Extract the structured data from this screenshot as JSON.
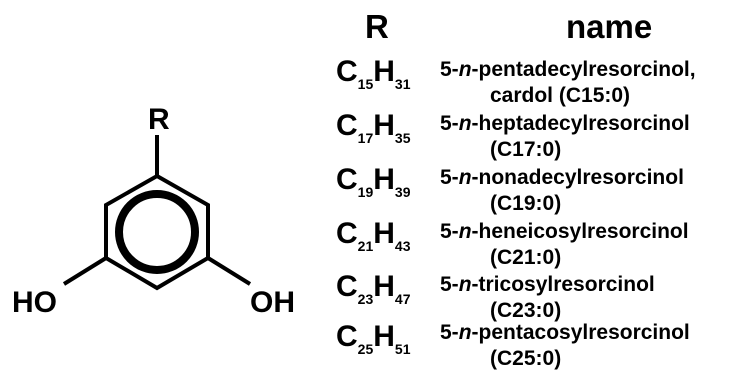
{
  "structure": {
    "substituent_label": "R",
    "hydroxyl_left": "HO",
    "hydroxyl_right": "OH"
  },
  "table": {
    "header_r": "R",
    "header_name": "name",
    "rows": [
      {
        "c": "C",
        "c_sub": "15",
        "h": "H",
        "h_sub": "31",
        "prefix": "5-",
        "italic": "n",
        "suffix": "-pentadecylresorcinol,",
        "line2": "cardol (C15:0)"
      },
      {
        "c": "C",
        "c_sub": "17",
        "h": "H",
        "h_sub": "35",
        "prefix": "5-",
        "italic": "n",
        "suffix": "-heptadecylresorcinol",
        "line2": "(C17:0)"
      },
      {
        "c": "C",
        "c_sub": "19",
        "h": "H",
        "h_sub": "39",
        "prefix": "5-",
        "italic": "n",
        "suffix": "-nonadecylresorcinol",
        "line2": "(C19:0)"
      },
      {
        "c": "C",
        "c_sub": "21",
        "h": "H",
        "h_sub": "43",
        "prefix": "5-",
        "italic": "n",
        "suffix": "-heneicosylresorcinol",
        "line2": "(C21:0)"
      },
      {
        "c": "C",
        "c_sub": "23",
        "h": "H",
        "h_sub": "47",
        "prefix": "5-",
        "italic": "n",
        "suffix": "-tricosylresorcinol",
        "line2": "(C23:0)"
      },
      {
        "c": "C",
        "c_sub": "25",
        "h": "H",
        "h_sub": "51",
        "prefix": "5-",
        "italic": "n",
        "suffix": "-pentacosylresorcinol",
        "line2": "(C25:0)"
      }
    ]
  }
}
